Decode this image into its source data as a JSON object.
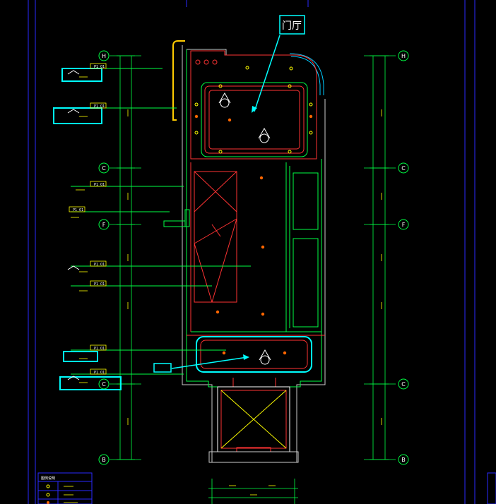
{
  "labels": {
    "hall": "门厅",
    "level_tag": "P1",
    "level_tag_b": "01"
  },
  "grid": {
    "H": "H",
    "C": "C",
    "F": "F",
    "B": "B"
  },
  "legend_title": "图例说明"
}
